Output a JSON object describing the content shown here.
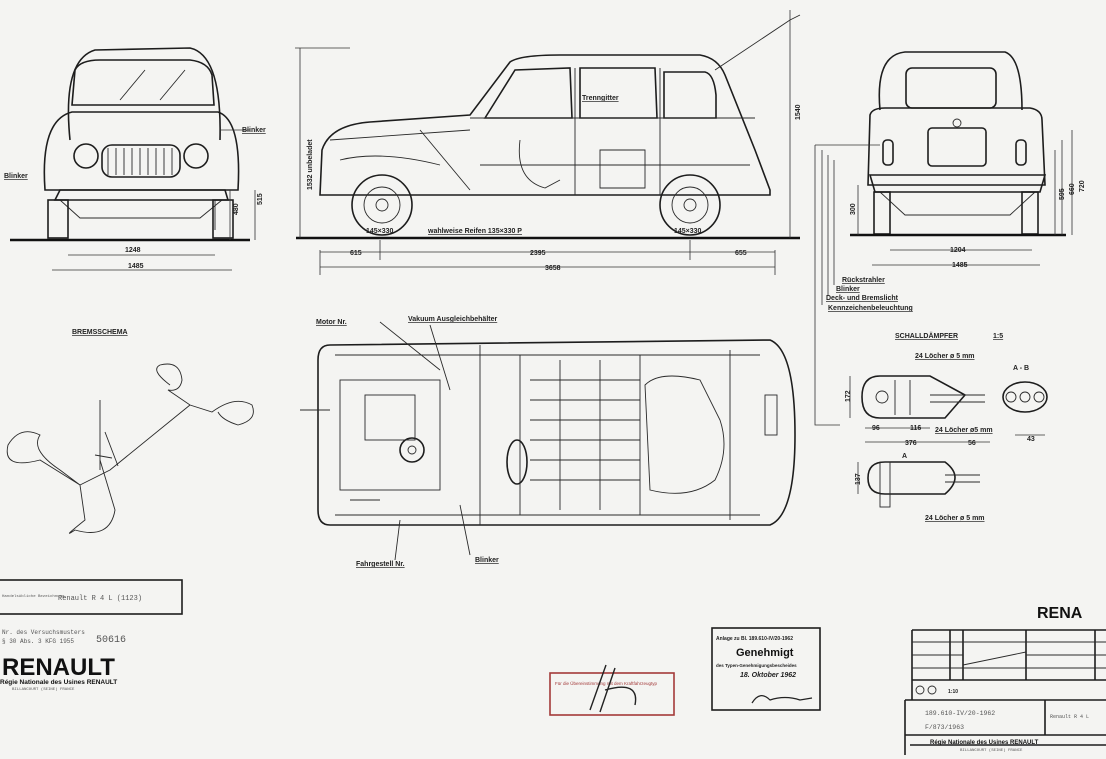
{
  "front_view": {
    "label_blinker_right": "Blinker",
    "label_blinker_left": "Blinker",
    "track": "1248",
    "width": "1485",
    "h1": "480",
    "h2": "515"
  },
  "side_view": {
    "height_label": "1532 unbeladet",
    "height_total": "1540",
    "label_trenngitter": "Trenngitter",
    "tyre_note": "wahlweise Reifen 135×330 P",
    "tyre_front": "145×330",
    "tyre_rear": "145×330",
    "overhang_front": "615",
    "wheelbase": "2395",
    "overhang_rear": "655",
    "length": "3658"
  },
  "rear_view": {
    "track": "1204",
    "width": "1485",
    "h1": "300",
    "h2": "595",
    "h3": "660",
    "h4": "720",
    "labels": [
      "Rückstrahler",
      "Blinker",
      "Deck- und Bremslicht",
      "Kennzeichenbeleuchtung"
    ]
  },
  "brake": {
    "title": "BREMSSCHEMA"
  },
  "plan_view": {
    "motor": "Motor Nr.",
    "vakuum": "Vakuum Ausgleichbehälter",
    "fahrgestell": "Fahrgestell Nr.",
    "blinker": "Blinker"
  },
  "muffler": {
    "title": "SCHALLDÄMPFER",
    "scale": "1:5",
    "section": "A - B",
    "holes1": "24 Löcher ø 5 mm",
    "holes2": "24 Löcher ø5 mm",
    "holes3": "24 Löcher ø 5 mm",
    "mark_a": "A",
    "d1": "172",
    "d2": "96",
    "d3": "116",
    "d4": "376",
    "d5": "56",
    "d6": "43",
    "d7": "137"
  },
  "title_block_left": {
    "label_top": "Handelsübliche Bezeichnung",
    "model": "Renault R 4 L (1123)",
    "line1": "Nr. des Versuchsmusters",
    "line2": "§ 30 Abs. 3 KFG 1955",
    "number": "50616",
    "brand": "RENAULT",
    "company": "Régie Nationale des Usines RENAULT",
    "city": "BILLANCOURT (SEINE) FRANCE"
  },
  "stamp_red": {
    "text": "Für die Übereinstimmung mit dem Kraftfahrzeugtyp"
  },
  "stamp_approved": {
    "ref": "Anlage zu Bl. 189.610-IV/20-1962",
    "title": "Genehmigt",
    "line": "des Typen-Genehmigungsbescheides",
    "date": "18. Oktober 1962"
  },
  "title_block_right": {
    "brand": "RENA",
    "scale": "1:10",
    "ref": "189.610-IV/20-1962",
    "number": "F/873/1963",
    "model": "Renault R 4 L",
    "company": "Régie Nationale des Usines RENAULT",
    "city": "BILLANCOURT (SEINE) FRANCE"
  },
  "colors": {
    "ink": "#1d1d1d",
    "paper": "#f4f4f2",
    "stamp_red": "#a33a3a"
  }
}
